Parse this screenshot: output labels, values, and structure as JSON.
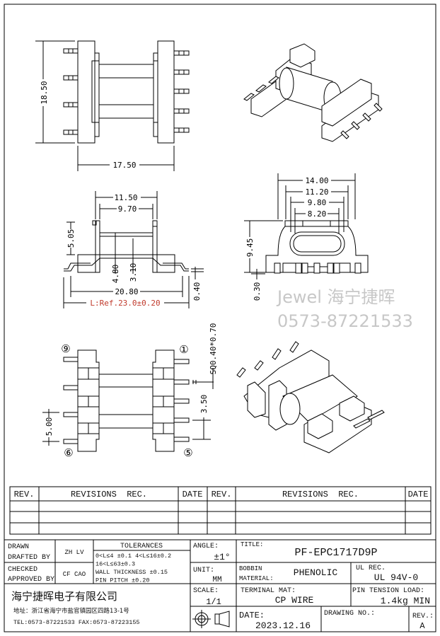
{
  "dimensions": {
    "top_height": "18.50",
    "top_width": "17.50",
    "side_outer": "11.50",
    "side_inner": "9.70",
    "side_flange_height": "5.05",
    "side_core_outer": "4.80",
    "side_core_inner": "3.10",
    "side_span": "20.80",
    "side_ref_length": "L:Ref.23.0±0.20",
    "side_lead_thickness": "0.40",
    "front_w1": "14.00",
    "front_w2": "11.20",
    "front_w3": "9.80",
    "front_w4": "8.20",
    "front_height": "9.45",
    "front_standoff": "0.30",
    "pin_section": "SQ0.40*0.70",
    "pin_pitch_right": "3.50",
    "pin_pitch_left": "5.00"
  },
  "pin_labels": {
    "pin9": "⑨",
    "pin1": "①",
    "pin6": "⑥",
    "pin5": "⑤"
  },
  "watermark": {
    "line1": "Jewel 海宁捷晖",
    "line2": "0573-87221533"
  },
  "revisions": {
    "headers": [
      "REV.",
      "REVISIONS  REC.",
      "DATE",
      "REV.",
      "REVISIONS  REC.",
      "DATE"
    ],
    "rows": [
      [
        "",
        "",
        "",
        "",
        "",
        ""
      ],
      [
        "",
        "",
        "",
        "",
        "",
        ""
      ],
      [
        "",
        "",
        "",
        "",
        "",
        ""
      ]
    ]
  },
  "title_block": {
    "drawn_label": "DRAWN",
    "drafted_label": "DRAFTED BY",
    "drafted_by": "ZH LV",
    "checked_label": "CHECKED",
    "approved_label": "APPROVED BY",
    "approved_by": "CF CAO",
    "tolerances_title": "TOLERANCES",
    "tol1": "0<L≤4 ±0.1 4<L≤16±0.2",
    "tol2": "16<L≤63±0.3",
    "tol3": "WALL THICKNESS ±0.15",
    "tol4": "PIN PITCH ±0.20",
    "angle_label": "ANGLE:",
    "angle_value": "±1°",
    "unit_label": "UNIT:",
    "unit_value": "MM",
    "scale_label": "SCALE:",
    "scale_value": "1/1",
    "title_label": "TITLE:",
    "title_value": "PF-EPC1717D9P",
    "bobbin_label1": "BOBBIN",
    "bobbin_label2": "MATERIAL:",
    "bobbin_value": "PHENOLIC",
    "ul_label": "UL REC.",
    "ul_value": "UL 94V-0",
    "terminal_label": "TERMINAL MAT:",
    "terminal_value": "CP WIRE",
    "pin_tension_label": "PIN TENSION LOAD:",
    "pin_tension_value": "1.4kg MIN",
    "date_label": "DATE:",
    "date_value": "2023.12.16",
    "drawing_no_label": "DRAWING NO.:",
    "rev_label": "REV.:",
    "rev_value": "A",
    "company": "海宁捷晖电子有限公司",
    "address": "地址：浙江省海宁市盐官镇园区四路13-1号",
    "contact": "TEL:0573-87221533 FAX:0573-87223155"
  }
}
